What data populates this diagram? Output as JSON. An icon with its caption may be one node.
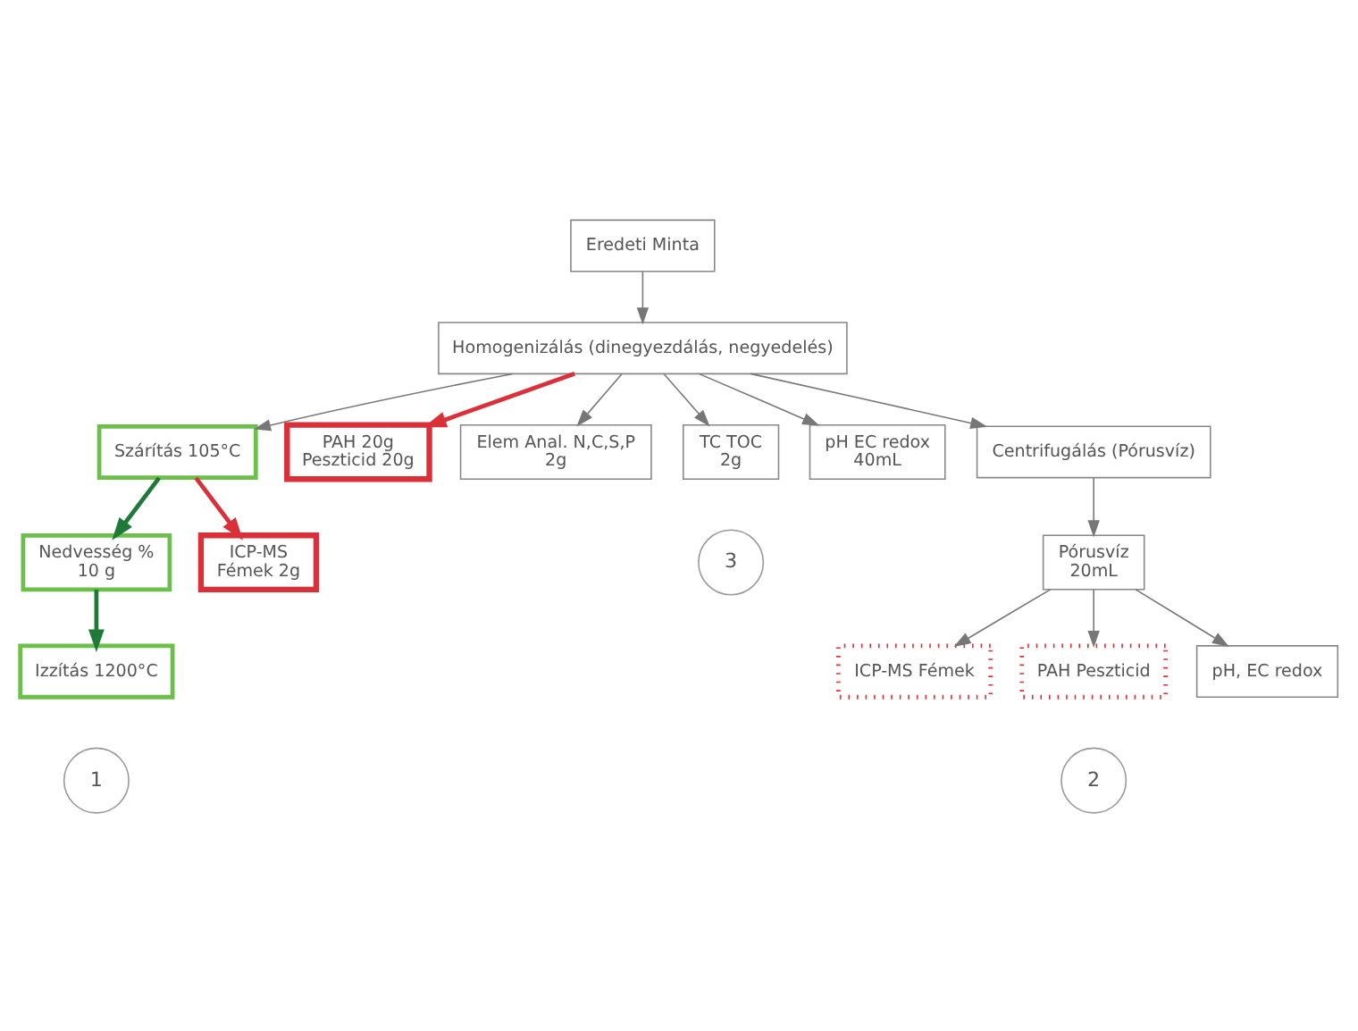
{
  "diagram": {
    "nodes": [
      {
        "text": [
          "Eredeti Minta"
        ]
      },
      {
        "text": [
          "Homogenizálás (dinegyezdálás, negyedelés)"
        ]
      },
      {
        "text": [
          "Szárítás 105°C"
        ]
      },
      {
        "text": [
          "PAH 20g",
          "Peszticid 20g"
        ]
      },
      {
        "text": [
          "Nedvesség %",
          "10 g"
        ]
      },
      {
        "text": [
          "Izzítás 1200°C"
        ]
      },
      {
        "text": [
          "ICP-MS",
          "Fémek 2g"
        ]
      },
      {
        "text": [
          "Elem Anal. N,C,S,P",
          "2g"
        ]
      },
      {
        "text": [
          "TC TOC",
          "2g"
        ]
      },
      {
        "text": [
          "pH EC redox",
          "40mL"
        ]
      },
      {
        "text": [
          "Centrifugálás (Pórusvíz)"
        ]
      },
      {
        "text": [
          "Pórusvíz",
          "20mL"
        ]
      },
      {
        "text": [
          "ICP-MS Fémek"
        ]
      },
      {
        "text": [
          "PAH Peszticid"
        ]
      },
      {
        "text": [
          "pH, EC redox"
        ]
      }
    ],
    "edges": [
      {
        "from": 0,
        "to": 1,
        "arrow": "to"
      },
      {
        "from": 1,
        "to": 2,
        "arrow": "to"
      },
      {
        "from": 1,
        "to": 3,
        "arrow": "to",
        "style": "thick",
        "color": "#d9303a"
      },
      {
        "from": 1,
        "to": 7,
        "arrow": "to"
      },
      {
        "from": 1,
        "to": 8,
        "arrow": "to"
      },
      {
        "from": 1,
        "to": 9,
        "arrow": "to"
      },
      {
        "from": 1,
        "to": 10,
        "arrow": "to"
      },
      {
        "from": 2,
        "to": 4,
        "arrow": "to",
        "style": "thick",
        "color": "#1f7a3a"
      },
      {
        "from": 4,
        "to": 5,
        "arrow": "to",
        "style": "thick",
        "color": "#1f7a3a"
      },
      {
        "from": 2,
        "to": 6,
        "arrow": "to",
        "style": "thick",
        "color": "#d9303a"
      },
      {
        "from": 10,
        "to": 11,
        "arrow": "to"
      },
      {
        "from": 11,
        "to": 12,
        "arrow": "to"
      },
      {
        "from": 11,
        "to": 13,
        "arrow": "to"
      },
      {
        "from": 11,
        "to": 14,
        "arrow": "to"
      }
    ],
    "labels": [
      "1",
      "3",
      "2"
    ]
  }
}
